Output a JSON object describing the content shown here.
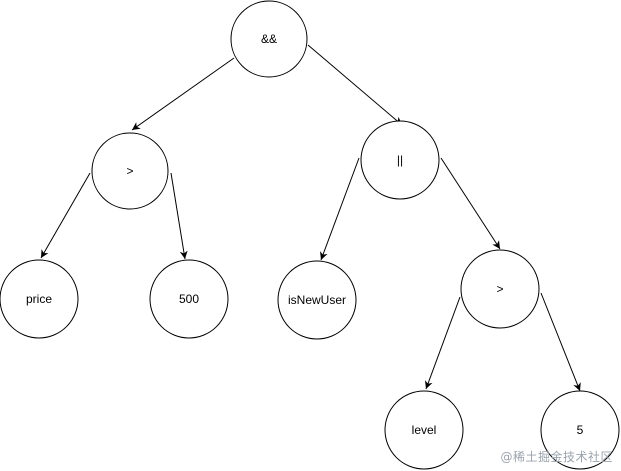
{
  "diagram": {
    "nodes": {
      "root": "&&",
      "left_gt": ">",
      "or": "||",
      "price": "price",
      "n500": "500",
      "is_new_user": "isNewUser",
      "right_gt": ">",
      "level": "level",
      "n5": "5"
    }
  },
  "watermark": "@稀土掘金技术社区",
  "colors": {
    "stroke": "#000000",
    "fill": "#ffffff",
    "watermark": "#9aa3ad"
  }
}
